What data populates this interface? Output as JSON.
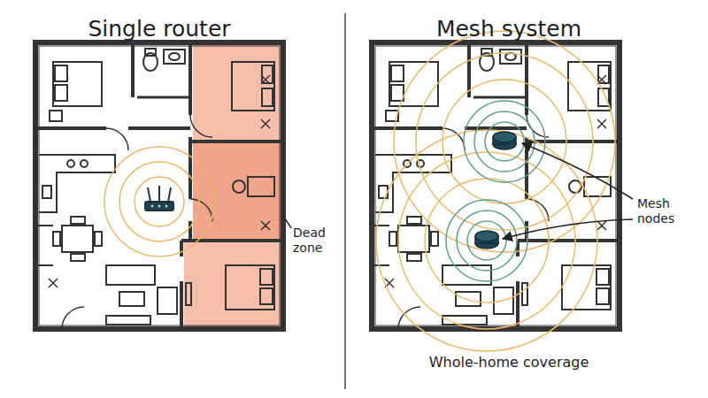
{
  "diagram": {
    "labels": [
      "Single router",
      "Mesh system",
      "Dead zone",
      "Mesh nodes",
      "Whole-home coverage"
    ]
  }
}
